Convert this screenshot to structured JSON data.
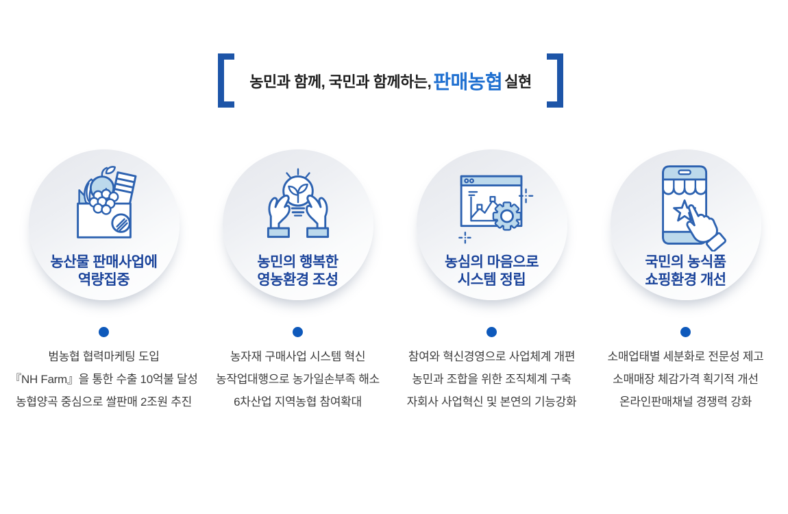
{
  "header": {
    "title_prefix": "농민과 함께, 국민과 함께하는,",
    "title_highlight": "판매농협",
    "title_suffix": "실현"
  },
  "colors": {
    "bracket_blue": "#1d55a8",
    "highlight_blue": "#1e6fd0",
    "card_title_blue": "#1a439a",
    "dot_blue": "#0e59bb",
    "icon_stroke_blue": "#2d62b0",
    "icon_fill_light_blue": "#bcd9ec",
    "body_text": "#3c3c3c"
  },
  "cards": [
    {
      "icon": "produce-box-icon",
      "title_lines": [
        "농산물 판매사업에",
        "역량집중"
      ],
      "bullets": [
        "범농협 협력마케팅 도입",
        "『NH Farm』을 통한 수출 10억불 달성",
        "농협양곡 중심으로 쌀판매 2조원 추진"
      ]
    },
    {
      "icon": "hands-lightbulb-icon",
      "title_lines": [
        "농민의 행복한",
        "영농환경 조성"
      ],
      "bullets": [
        "농자재 구매사업 시스템 혁신",
        "농작업대행으로 농가일손부족 해소",
        "6차산업 지역농협 참여확대"
      ]
    },
    {
      "icon": "system-gear-chart-icon",
      "title_lines": [
        "농심의 마음으로",
        "시스템 정립"
      ],
      "bullets": [
        "참여와 혁신경영으로 사업체계 개편",
        "농민과 조합을 위한 조직체계 구축",
        "자회사 사업혁신 및 본연의 기능강화"
      ]
    },
    {
      "icon": "mobile-shopping-icon",
      "title_lines": [
        "국민의 농식품",
        "쇼핑환경 개선"
      ],
      "bullets": [
        "소매업태별 세분화로 전문성 제고",
        "소매매장 체감가격 획기적 개선",
        "온라인판매채널 경쟁력 강화"
      ]
    }
  ]
}
